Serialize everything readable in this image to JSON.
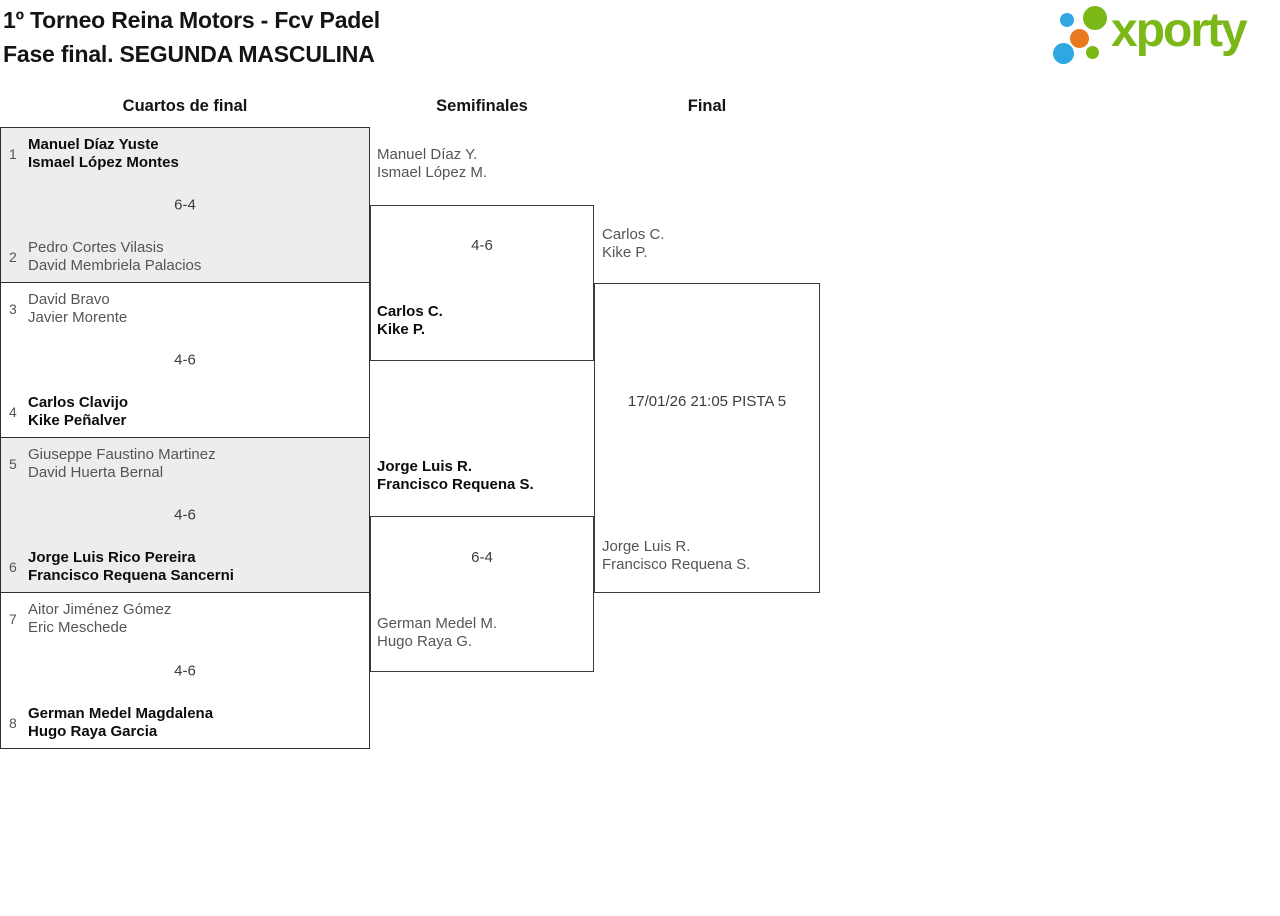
{
  "title": {
    "line1": "1º Torneo Reina Motors - Fcv Padel",
    "line2": "Fase final. SEGUNDA MASCULINA"
  },
  "logo": {
    "text": "xporty",
    "colors": {
      "green": "#7ab717",
      "blue": "#2fa8e1",
      "orange": "#e8791e"
    }
  },
  "headers": [
    "Cuartos de final",
    "Semifinales",
    "Final"
  ],
  "colors": {
    "winner_text": "#0d0d0d",
    "loser_text": "#555555",
    "block_alt_bg": "#ededed",
    "line": "#2f2f2f"
  },
  "rounds": {
    "quarterfinals": [
      {
        "seed_top": "1",
        "team_top": [
          "Manuel Díaz Yuste",
          "Ismael López Montes"
        ],
        "score": "6-4",
        "seed_bottom": "2",
        "team_bottom": [
          "Pedro Cortes Vilasis",
          "David Membriela Palacios"
        ]
      },
      {
        "seed_top": "3",
        "team_top": [
          "David Bravo",
          "Javier Morente"
        ],
        "score": "4-6",
        "seed_bottom": "4",
        "team_bottom": [
          "Carlos Clavijo",
          "Kike Peñalver"
        ]
      },
      {
        "seed_top": "5",
        "team_top": [
          "Giuseppe Faustino Martinez",
          "David Huerta Bernal"
        ],
        "score": "4-6",
        "seed_bottom": "6",
        "team_bottom": [
          "Jorge Luis Rico Pereira",
          "Francisco Requena Sancerni"
        ]
      },
      {
        "seed_top": "7",
        "team_top": [
          "Aitor Jiménez Gómez",
          "Eric Meschede"
        ],
        "score": "4-6",
        "seed_bottom": "8",
        "team_bottom": [
          "German Medel Magdalena",
          "Hugo Raya Garcia"
        ]
      }
    ],
    "semifinals": [
      {
        "team_top": [
          "Manuel Díaz Y.",
          "Ismael López M."
        ],
        "score": "4-6",
        "team_bottom": [
          "Carlos C.",
          "Kike P."
        ]
      },
      {
        "team_top": [
          "Jorge Luis R.",
          "Francisco Requena S."
        ],
        "score": "6-4",
        "team_bottom": [
          "German Medel M.",
          "Hugo Raya G."
        ]
      }
    ],
    "final": {
      "team_top": [
        "Carlos C.",
        "Kike P."
      ],
      "schedule": "17/01/26 21:05 PISTA 5",
      "team_bottom": [
        "Jorge Luis R.",
        "Francisco Requena S."
      ]
    }
  }
}
